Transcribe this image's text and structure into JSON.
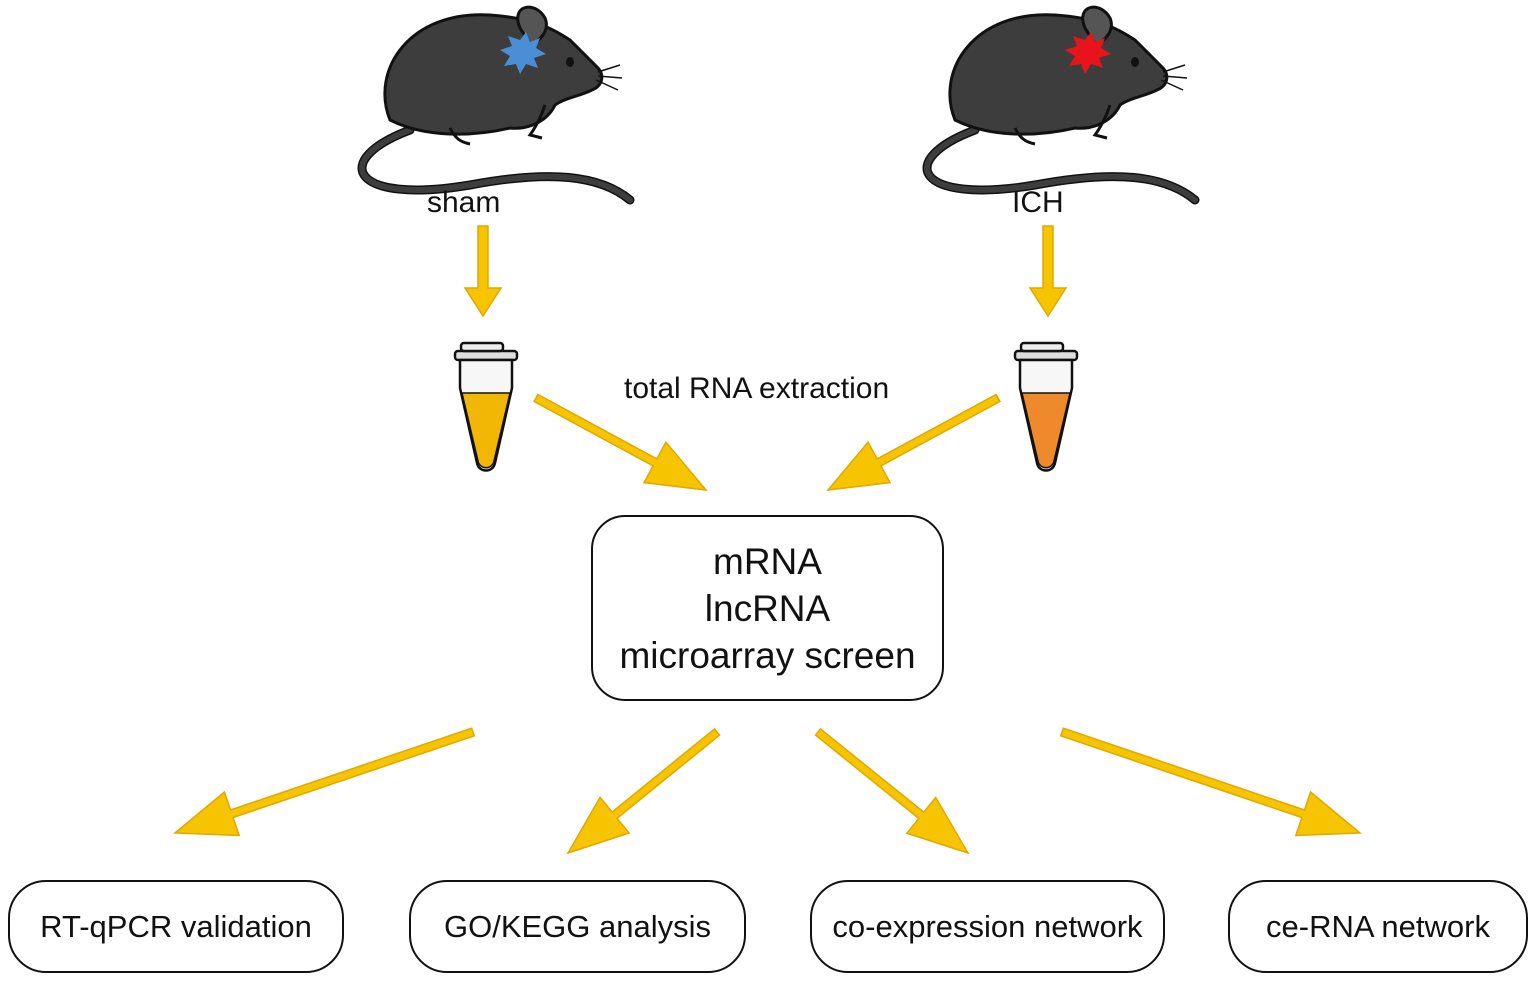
{
  "groups": {
    "sham": {
      "label": "sham",
      "lesion_color": "#4a8fd6",
      "tube_fill": "#f2b705"
    },
    "ich": {
      "label": "ICH",
      "lesion_color": "#e8141c",
      "tube_fill": "#ef8a2c"
    }
  },
  "step_label": "total RNA extraction",
  "center_box": {
    "lines": [
      "mRNA",
      "lncRNA",
      "microarray screen"
    ]
  },
  "outputs": [
    "RT-qPCR validation",
    "GO/KEGG  analysis",
    "co-expression network",
    "ce-RNA network"
  ],
  "colors": {
    "arrow": "#f6c400",
    "arrow_stroke": "#e0a800",
    "mouse": "#3d3d3d",
    "outline": "#111111"
  }
}
